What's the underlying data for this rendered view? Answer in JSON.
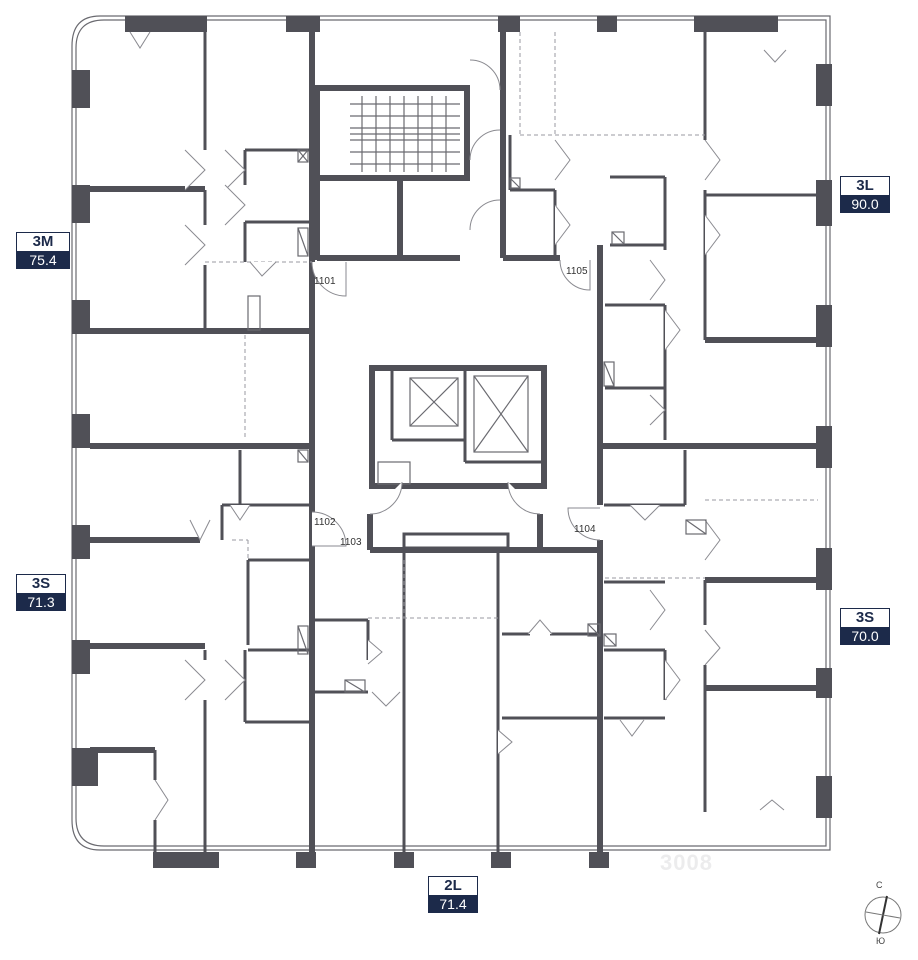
{
  "units": [
    {
      "id": "unit-3m",
      "type": "3M",
      "area": "75.4"
    },
    {
      "id": "unit-3l",
      "type": "3L",
      "area": "90.0"
    },
    {
      "id": "unit-3s-left",
      "type": "3S",
      "area": "71.3"
    },
    {
      "id": "unit-3s-right",
      "type": "3S",
      "area": "70.0"
    },
    {
      "id": "unit-2l",
      "type": "2L",
      "area": "71.4"
    }
  ],
  "doors": [
    "1101",
    "1102",
    "1103",
    "1104",
    "1105"
  ],
  "compass": {
    "north": "С",
    "south": "Ю"
  },
  "watermark": "3008"
}
